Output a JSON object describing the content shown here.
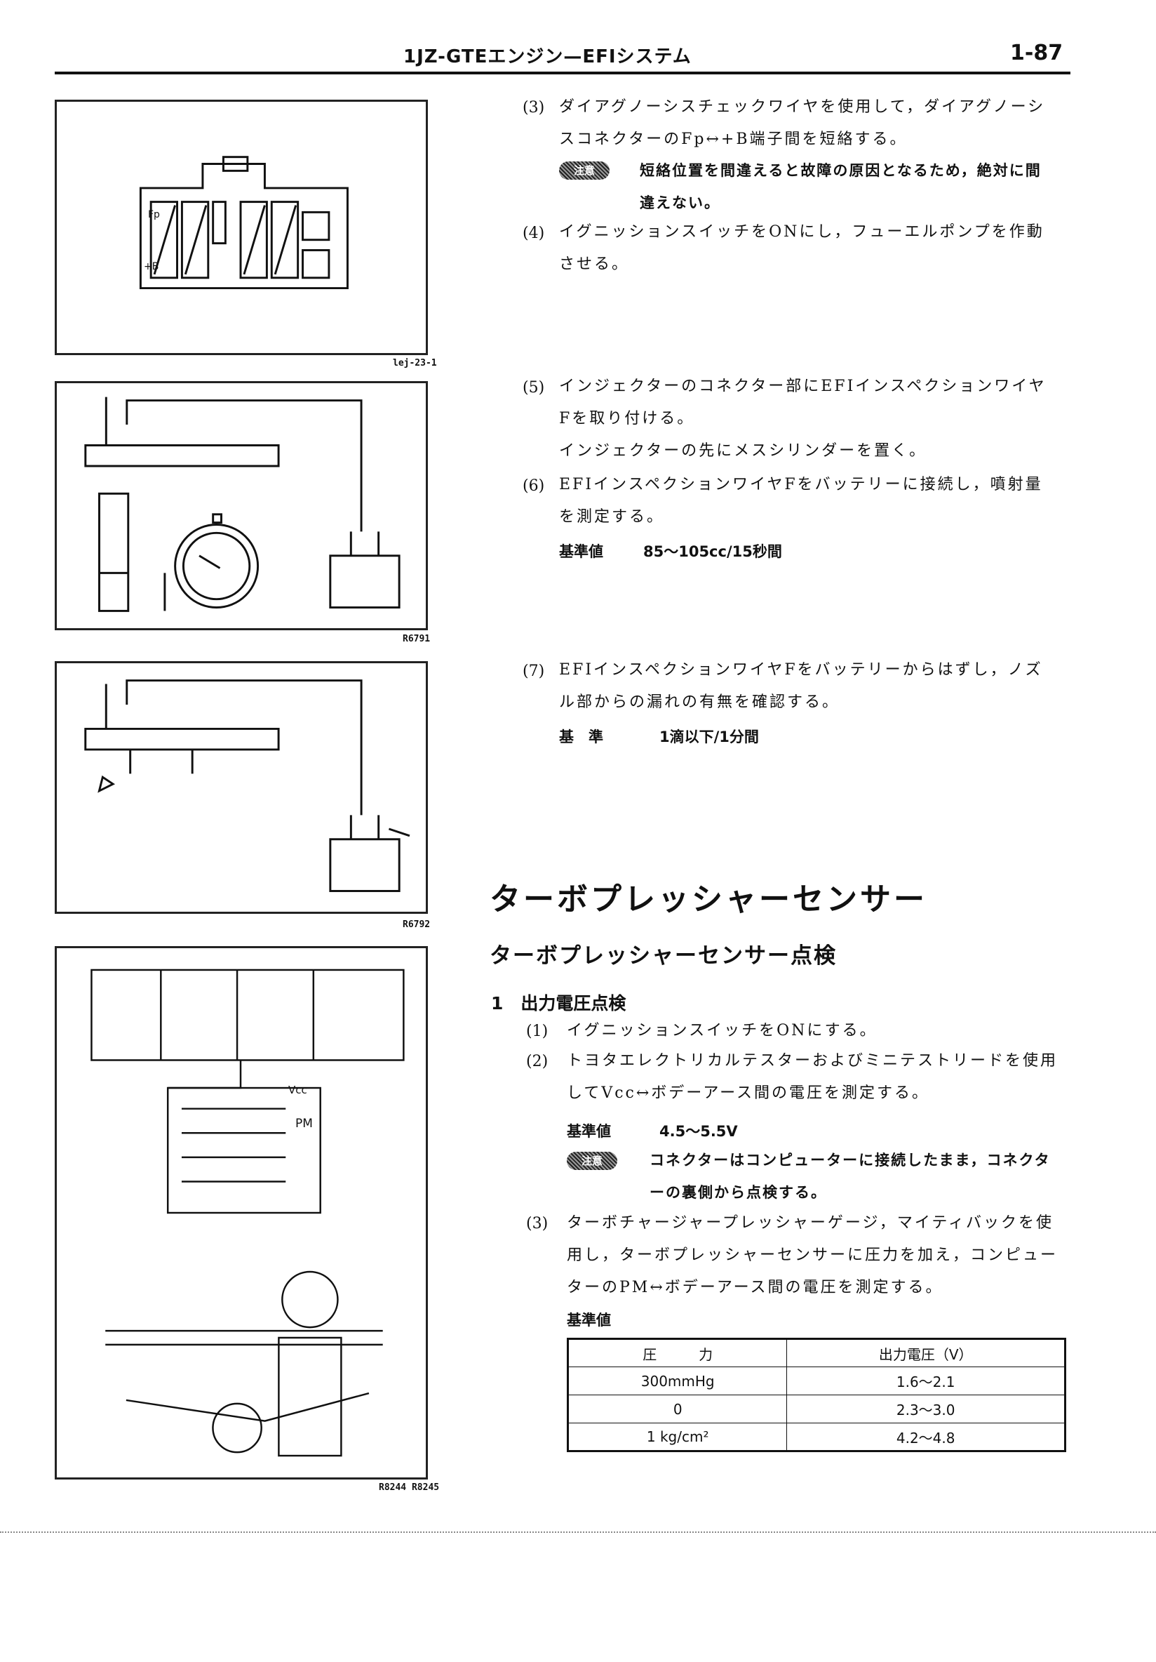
{
  "header": {
    "title": "1JZ-GTEエンジン—EFIシステム",
    "page": "1-87"
  },
  "figures": [
    {
      "code": "lej-23-1",
      "labels": {
        "fp": "Fp",
        "b": "+B"
      }
    },
    {
      "code": "R6791"
    },
    {
      "code": "R6792"
    },
    {
      "code": "R8244  R8245",
      "labels": {
        "vcc": "Vcc",
        "pm": "PM"
      }
    }
  ],
  "steps_top": [
    {
      "num": "(3)",
      "lines": [
        "ダイアグノーシスチェックワイヤを使用して，ダイアグノーシ",
        "スコネクターのFp↔+B端子間を短絡する。"
      ]
    },
    {
      "num": "(4)",
      "lines": [
        "イグニッションスイッチをONにし，フューエルポンプを作動",
        "させる。"
      ]
    },
    {
      "num": "(5)",
      "lines": [
        "インジェクターのコネクター部にEFIインスペクションワイヤ",
        "Fを取り付ける。",
        "インジェクターの先にメスシリンダーを置く。"
      ]
    },
    {
      "num": "(6)",
      "lines": [
        "EFIインスペクションワイヤFをバッテリーに接続し，噴射量",
        "を測定する。"
      ]
    },
    {
      "num": "(7)",
      "lines": [
        "EFIインスペクションワイヤFをバッテリーからはずし，ノズ",
        "ル部からの漏れの有無を確認する。"
      ]
    }
  ],
  "caution1": {
    "badge": "注意",
    "lines": [
      "短絡位置を間違えると故障の原因となるため，絶対に間",
      "違えない。"
    ]
  },
  "std1": {
    "label": "基準値",
    "value": "85〜105cc/15秒間"
  },
  "std2": {
    "label": "基　準",
    "value": "1滴以下/1分間"
  },
  "section": {
    "title": "ターボプレッシャーセンサー",
    "subtitle": "ターボプレッシャーセンサー点検",
    "item": "1　出力電圧点検"
  },
  "steps_bottom": [
    {
      "num": "(1)",
      "lines": [
        "イグニッションスイッチをONにする。"
      ]
    },
    {
      "num": "(2)",
      "lines": [
        "トヨタエレクトリカルテスターおよびミニテストリードを使用",
        "してVcc↔ボデーアース間の電圧を測定する。"
      ]
    },
    {
      "num": "(3)",
      "lines": [
        "ターボチャージャープレッシャーゲージ，マイティバックを使",
        "用し，ターボプレッシャーセンサーに圧力を加え，コンピュー",
        "ターのPM↔ボデーアース間の電圧を測定する。"
      ]
    }
  ],
  "std3": {
    "label": "基準値",
    "value": "4.5〜5.5V"
  },
  "caution2": {
    "badge": "注意",
    "lines": [
      "コネクターはコンピューターに接続したまま，コネクタ",
      "ーの裏側から点検する。"
    ]
  },
  "std4": {
    "label": "基準値"
  },
  "table": {
    "headers": [
      "圧　　　力",
      "出力電圧（V）"
    ],
    "rows": [
      [
        "300mmHg",
        "1.6〜2.1"
      ],
      [
        "0",
        "2.3〜3.0"
      ],
      [
        "1 kg/cm²",
        "4.2〜4.8"
      ]
    ]
  }
}
